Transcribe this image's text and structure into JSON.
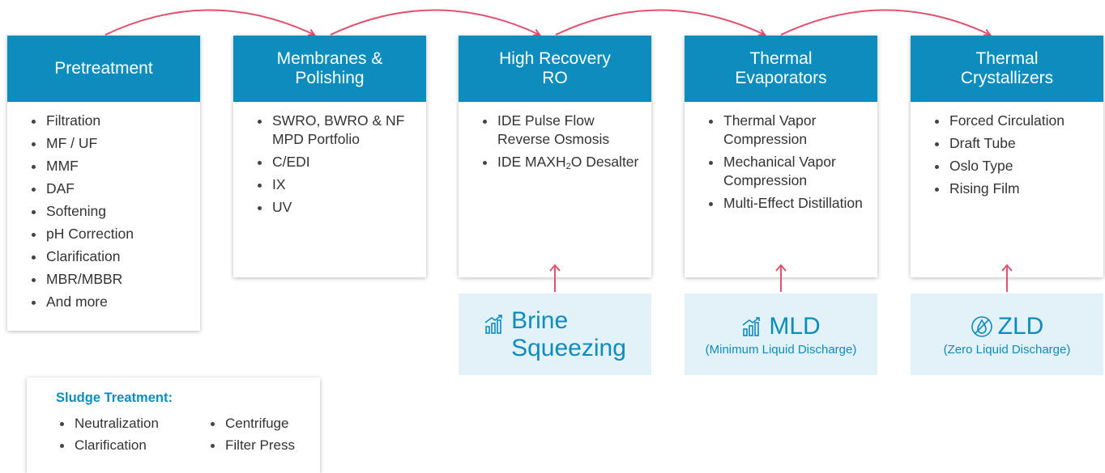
{
  "stages": [
    {
      "title_lines": [
        "Pretreatment"
      ],
      "items": [
        "Filtration",
        "MF / UF",
        "MMF",
        "DAF",
        "Softening",
        "pH Correction",
        "Clarification",
        "MBR/MBBR",
        "And more"
      ]
    },
    {
      "title_lines": [
        "Membranes &",
        "Polishing"
      ],
      "items": [
        "SWRO, BWRO & NF MPD Portfolio",
        "C/EDI",
        "IX",
        "UV"
      ]
    },
    {
      "title_lines": [
        "High Recovery",
        "RO"
      ],
      "items": [
        "IDE Pulse Flow Reverse Osmosis",
        "IDE MAXH2O Desalter"
      ]
    },
    {
      "title_lines": [
        "Thermal",
        "Evaporators"
      ],
      "items": [
        "Thermal Vapor Compression",
        "Mechanical Vapor Compression",
        "Multi-Effect Distillation"
      ]
    },
    {
      "title_lines": [
        "Thermal",
        "Crystallizers"
      ],
      "items": [
        "Forced Circulation",
        "Draft Tube",
        "Oslo Type",
        "Rising Film"
      ]
    }
  ],
  "badges": [
    {
      "icon": "bar-chart-growth-icon",
      "main_lines": [
        "Brine",
        "Squeezing"
      ],
      "sub": ""
    },
    {
      "icon": "bar-chart-growth-icon",
      "main_lines": [
        "MLD"
      ],
      "sub": "(Minimum Liquid Discharge)"
    },
    {
      "icon": "water-drop-circle-icon",
      "main_lines": [
        "ZLD"
      ],
      "sub": "(Zero Liquid Discharge)"
    }
  ],
  "sludge": {
    "title": "Sludge Treatment:",
    "col1": [
      "Neutralization",
      "Clarification"
    ],
    "col2": [
      "Centrifuge",
      "Filter Press"
    ]
  },
  "colors": {
    "header": "#0d8dbd",
    "arrow": "#e0536e",
    "badge_bg": "#e3f1f8"
  }
}
